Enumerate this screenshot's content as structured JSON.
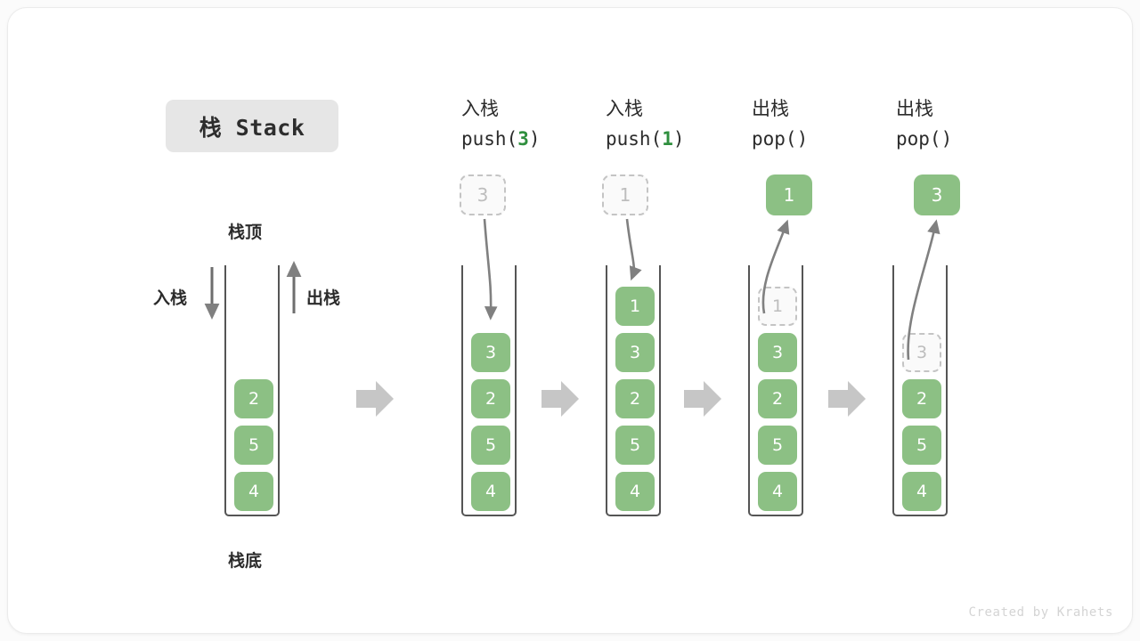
{
  "title": {
    "label": "栈 Stack"
  },
  "annotations": {
    "top": "栈顶",
    "bottom": "栈底",
    "push_side": "入栈",
    "pop_side": "出栈"
  },
  "credit": "Created by Krahets",
  "colors": {
    "element_green": "#8cc084",
    "code_accent_green": "#2f8f3e",
    "ghost_gray": "#bdbdbd",
    "arrow_gray": "#808080",
    "block_arrow_gray": "#c6c6c6",
    "container_stroke": "#555555",
    "title_chip_bg": "#e6e6e6"
  },
  "steps": [
    {
      "id": "initial",
      "header_cn": "",
      "header_code": "",
      "stack": [
        {
          "value": "2",
          "state": "filled"
        },
        {
          "value": "5",
          "state": "filled"
        },
        {
          "value": "4",
          "state": "filled"
        }
      ],
      "floating": null
    },
    {
      "id": "push-3",
      "header_cn": "入栈",
      "header_code_prefix": "push(",
      "header_code_arg": "3",
      "header_code_suffix": ")",
      "stack": [
        {
          "value": "3",
          "state": "filled"
        },
        {
          "value": "2",
          "state": "filled"
        },
        {
          "value": "5",
          "state": "filled"
        },
        {
          "value": "4",
          "state": "filled"
        }
      ],
      "floating": {
        "value": "3",
        "state": "ghost",
        "direction": "down"
      }
    },
    {
      "id": "push-1",
      "header_cn": "入栈",
      "header_code_prefix": "push(",
      "header_code_arg": "1",
      "header_code_suffix": ")",
      "stack": [
        {
          "value": "1",
          "state": "filled"
        },
        {
          "value": "3",
          "state": "filled"
        },
        {
          "value": "2",
          "state": "filled"
        },
        {
          "value": "5",
          "state": "filled"
        },
        {
          "value": "4",
          "state": "filled"
        }
      ],
      "floating": {
        "value": "1",
        "state": "ghost",
        "direction": "down"
      }
    },
    {
      "id": "pop-1",
      "header_cn": "出栈",
      "header_code_prefix": "pop(",
      "header_code_arg": "",
      "header_code_suffix": ")",
      "stack": [
        {
          "value": "1",
          "state": "ghost"
        },
        {
          "value": "3",
          "state": "filled"
        },
        {
          "value": "2",
          "state": "filled"
        },
        {
          "value": "5",
          "state": "filled"
        },
        {
          "value": "4",
          "state": "filled"
        }
      ],
      "floating": {
        "value": "1",
        "state": "filled",
        "direction": "up"
      }
    },
    {
      "id": "pop-3",
      "header_cn": "出栈",
      "header_code_prefix": "pop(",
      "header_code_arg": "",
      "header_code_suffix": ")",
      "stack": [
        {
          "value": "3",
          "state": "ghost"
        },
        {
          "value": "2",
          "state": "filled"
        },
        {
          "value": "5",
          "state": "filled"
        },
        {
          "value": "4",
          "state": "filled"
        }
      ],
      "floating": {
        "value": "3",
        "state": "filled",
        "direction": "up"
      }
    }
  ]
}
